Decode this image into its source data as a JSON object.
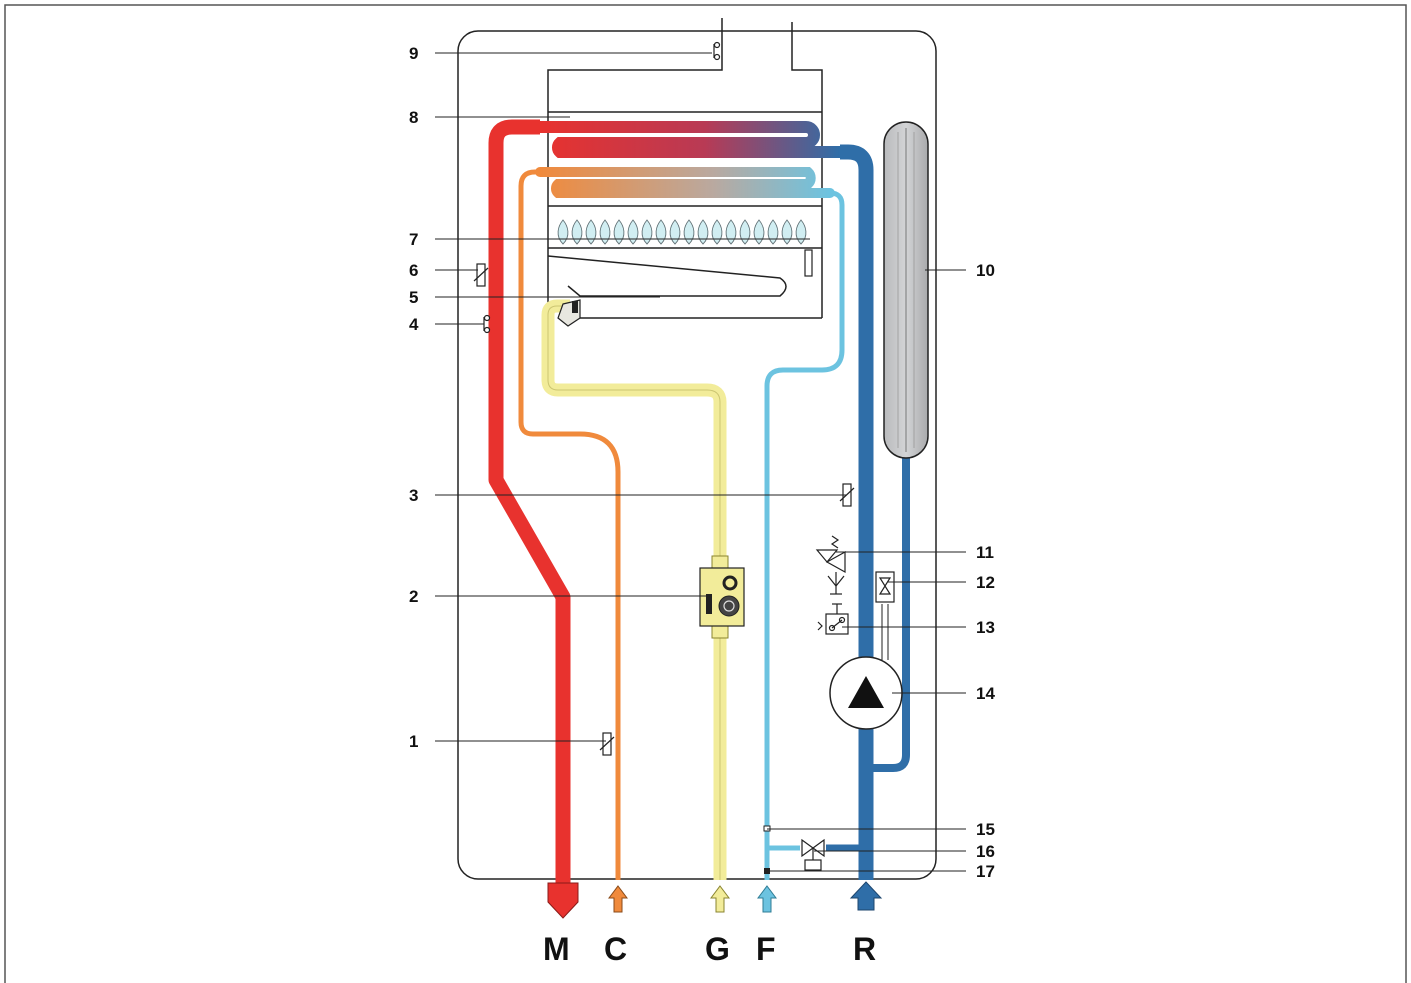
{
  "colors": {
    "flow_hot": "#e8322e",
    "dhw_hot": "#f08a3c",
    "gas": "#f2ec9a",
    "cold_water": "#6cc3e0",
    "return": "#2f6ea8",
    "expansion_vessel": "#c8c9cb",
    "outline": "#222222"
  },
  "callouts": {
    "c1": "1",
    "c2": "2",
    "c3": "3",
    "c4": "4",
    "c5": "5",
    "c6": "6",
    "c7": "7",
    "c8": "8",
    "c9": "9",
    "c10": "10",
    "c11": "11",
    "c12": "12",
    "c13": "13",
    "c14": "14",
    "c15": "15",
    "c16": "16",
    "c17": "17"
  },
  "connections": {
    "m": "M",
    "c": "C",
    "g": "G",
    "f": "F",
    "r": "R"
  }
}
